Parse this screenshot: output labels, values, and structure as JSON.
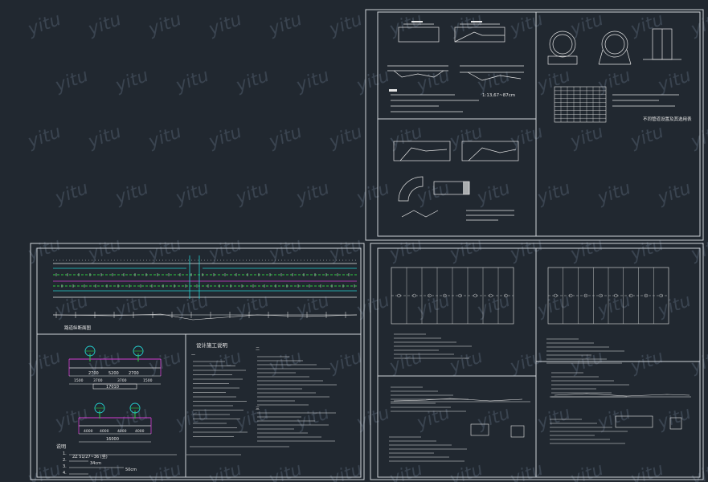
{
  "watermark": "yitu",
  "colors": {
    "background": "#212830",
    "frame": "#cfd3d8",
    "line": "#e6e6e6",
    "cyan": "#23d0d0",
    "green": "#2ecc40",
    "magenta": "#d23cd2",
    "red": "#e04848",
    "watermark": "#3a4450"
  },
  "panels": {
    "detail": {
      "road_section": {
        "dim_top": [
          "2700",
          "5200",
          "2700"
        ],
        "dim_sub": [
          "1500",
          "3700",
          "3700",
          "1500"
        ],
        "total": "17010",
        "dim_lower": [
          "4000",
          "4000",
          "4000",
          "4000"
        ],
        "total_lower": "16000"
      },
      "slope_note": "1:13,67~87cm",
      "table_title": "不同管道设置及其选用表"
    },
    "notes": {
      "heading": "说明",
      "items": [
        "1.",
        "2.",
        "3.",
        "4."
      ],
      "specs": [
        "2Z 51/27~36 (竖)",
        "34cm",
        "50cm"
      ],
      "design_title": "设计施工说明",
      "section_one": "一",
      "section_two": "二",
      "section_three": "三"
    },
    "profile": {
      "label": "路道纵断面图"
    }
  }
}
